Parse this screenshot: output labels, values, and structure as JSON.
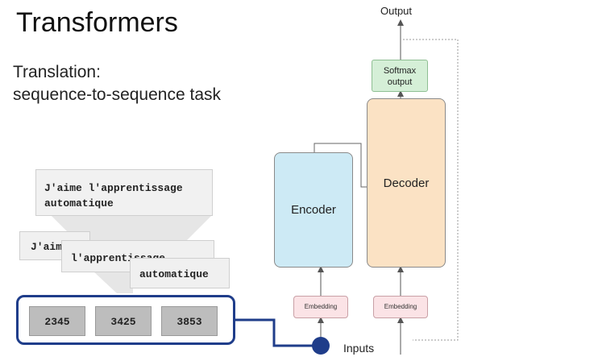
{
  "slide": {
    "title": "Transformers",
    "subtitle_line1": "Translation:",
    "subtitle_line2": "sequence-to-sequence task"
  },
  "source": {
    "sentence_line1": "J'aime l'apprentissage",
    "sentence_line2": "automatique",
    "tokens": [
      "J'aime",
      "l'apprentissage",
      "automatique"
    ],
    "token_ids": [
      "2345",
      "3425",
      "3853"
    ]
  },
  "model": {
    "output_label": "Output",
    "softmax_line1": "Softmax",
    "softmax_line2": "output",
    "decoder_label": "Decoder",
    "encoder_label": "Encoder",
    "encoder_embedding_label": "Embedding",
    "decoder_embedding_label": "Embedding",
    "inputs_label": "Inputs"
  },
  "colors": {
    "encoder": "#cdeaf5",
    "decoder": "#fbe2c4",
    "softmax": "#d5efd7",
    "embedding": "#fbe3e6",
    "input_path": "#1f3d8a"
  }
}
